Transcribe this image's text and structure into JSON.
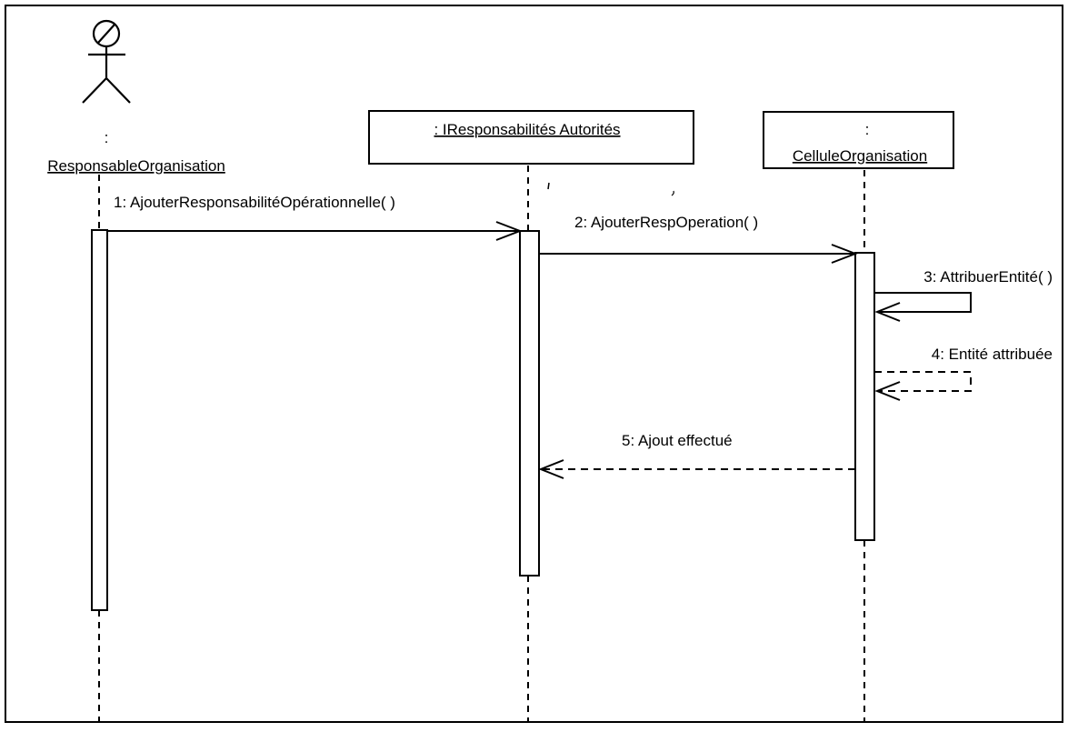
{
  "participants": {
    "actor": {
      "prefix": ":",
      "name": "ResponsableOrganisation"
    },
    "interface": {
      "name": ": IResponsabilités  Autorités"
    },
    "cell": {
      "prefix": ":",
      "name": "CelluleOrganisation"
    }
  },
  "messages": [
    {
      "label": "1: AjouterResponsabilitéOpérationnelle( )",
      "kind": "call"
    },
    {
      "label": "2: AjouterRespOperation( )",
      "kind": "call"
    },
    {
      "label": "3: AttribuerEntité( )",
      "kind": "self-call"
    },
    {
      "label": "4: Entité attribuée",
      "kind": "self-return"
    },
    {
      "label": "5: Ajout effectué",
      "kind": "return"
    }
  ]
}
